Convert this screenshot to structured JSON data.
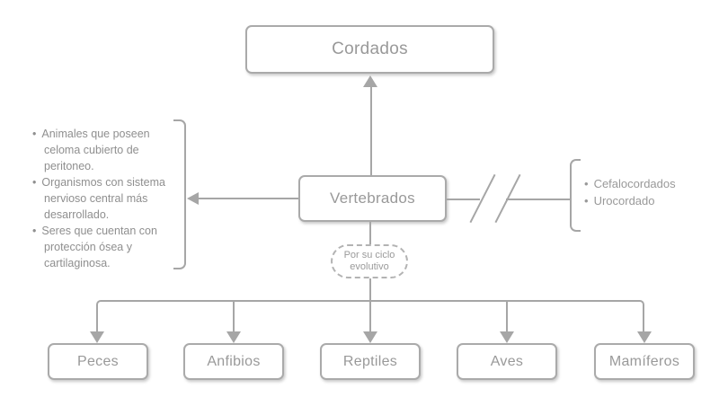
{
  "diagram": {
    "root": "Cordados",
    "center": "Vertebrados",
    "branch_label": "Por su ciclo evolutivo",
    "left_notes": [
      "Animales que poseen celoma cubierto de peritoneo.",
      "Organismos con sistema nervioso central más desarrollado.",
      "Seres que cuentan con protección ósea y cartilaginosa."
    ],
    "right_notes": [
      "Cefalocordados",
      "Urocordado"
    ],
    "children": [
      "Peces",
      "Anfibios",
      "Reptiles",
      "Aves",
      "Mamíferos"
    ],
    "colors": {
      "line": "#a6a6a6",
      "node_border": "#aaaaaa",
      "text": "#999999",
      "background": "#ffffff"
    }
  }
}
